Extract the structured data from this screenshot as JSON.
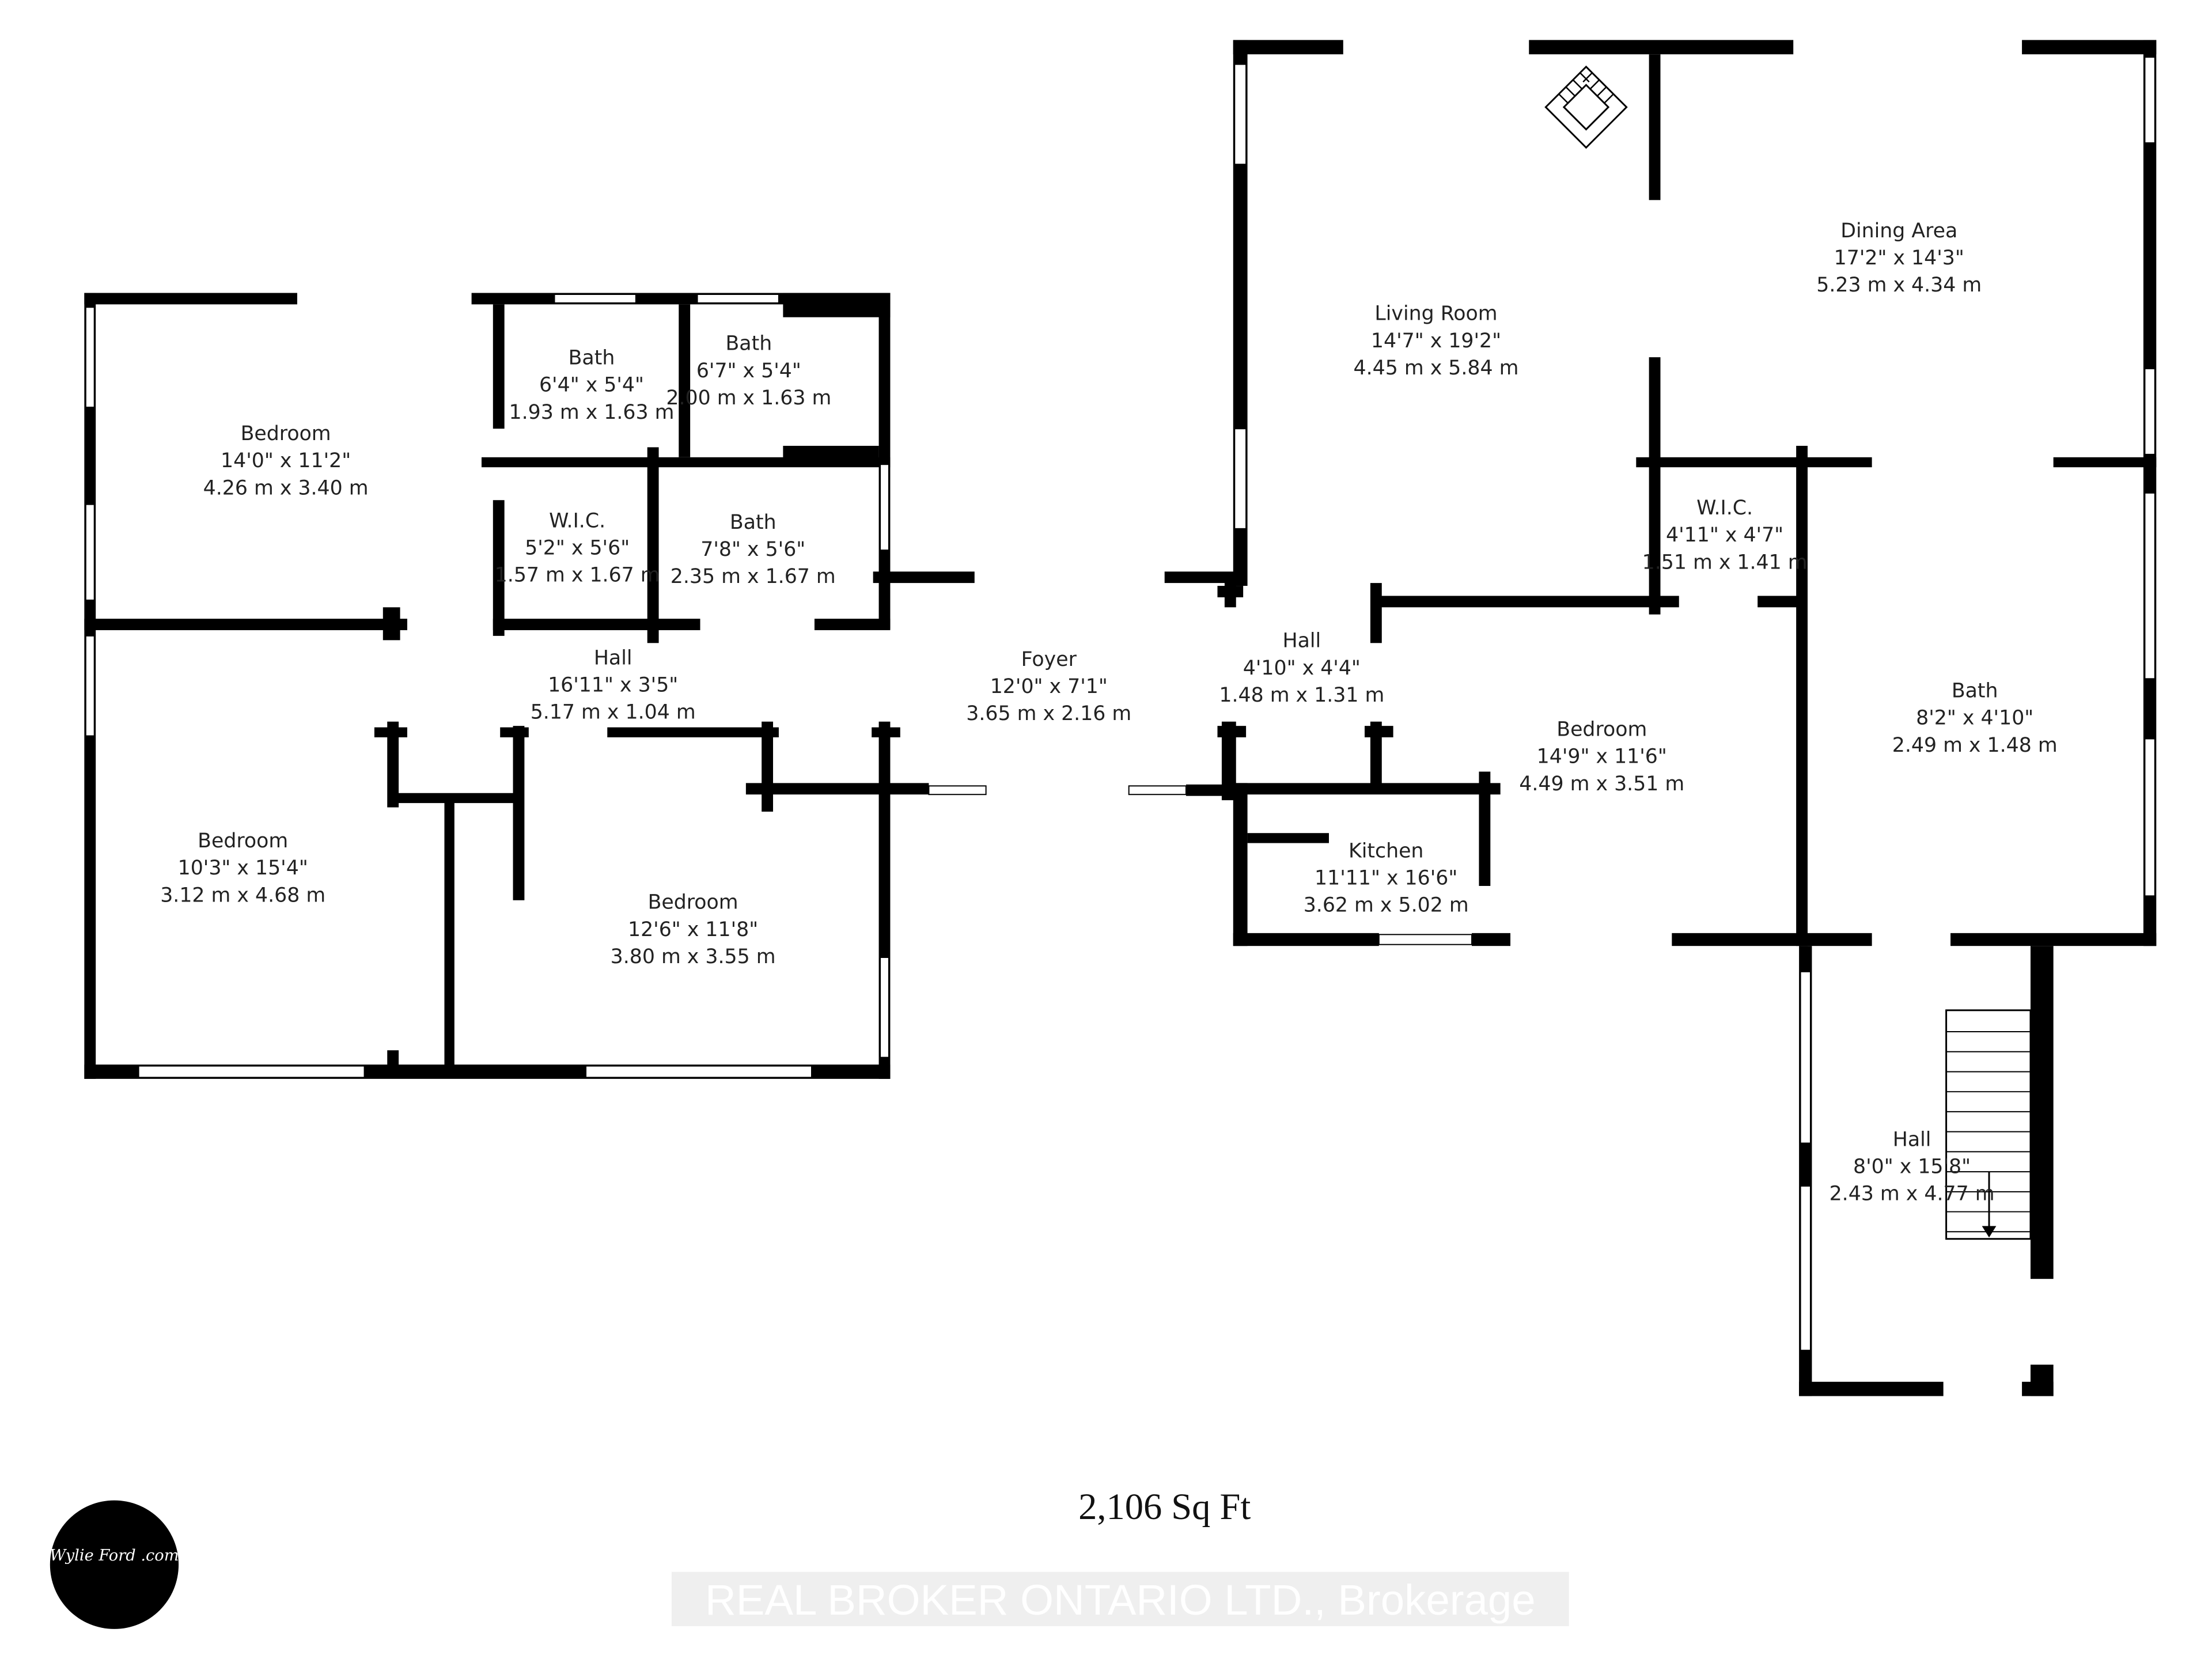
{
  "rooms": [
    {
      "name": "Bedroom",
      "imperial": "14'0\" x 11'2\"",
      "metric": "4.26 m x 3.40 m"
    },
    {
      "name": "Bath",
      "imperial": "6'4\" x 5'4\"",
      "metric": "1.93 m x 1.63 m"
    },
    {
      "name": "Bath",
      "imperial": "6'7\" x 5'4\"",
      "metric": "2.00 m x 1.63 m"
    },
    {
      "name": "W.I.C.",
      "imperial": "5'2\" x 5'6\"",
      "metric": "1.57 m x 1.67 m"
    },
    {
      "name": "Bath",
      "imperial": "7'8\" x 5'6\"",
      "metric": "2.35 m x 1.67 m"
    },
    {
      "name": "Hall",
      "imperial": "16'11\" x 3'5\"",
      "metric": "5.17 m x 1.04 m"
    },
    {
      "name": "Bedroom",
      "imperial": "10'3\" x 15'4\"",
      "metric": "3.12 m x 4.68 m"
    },
    {
      "name": "Bedroom",
      "imperial": "12'6\" x 11'8\"",
      "metric": "3.80 m x 3.55 m"
    },
    {
      "name": "Foyer",
      "imperial": "12'0\" x 7'1\"",
      "metric": "3.65 m x 2.16 m"
    },
    {
      "name": "Living Room",
      "imperial": "14'7\" x 19'2\"",
      "metric": "4.45 m x 5.84 m"
    },
    {
      "name": "Dining Area",
      "imperial": "17'2\" x 14'3\"",
      "metric": "5.23 m x 4.34 m"
    },
    {
      "name": "W.I.C.",
      "imperial": "4'11\" x 4'7\"",
      "metric": "1.51 m x 1.41 m"
    },
    {
      "name": "Hall",
      "imperial": "4'10\" x 4'4\"",
      "metric": "1.48 m x 1.31 m"
    },
    {
      "name": "Bedroom",
      "imperial": "14'9\" x 11'6\"",
      "metric": "4.49 m x 3.51 m"
    },
    {
      "name": "Kitchen",
      "imperial": "11'11\" x 16'6\"",
      "metric": "3.62 m x 5.02 m"
    },
    {
      "name": "Bath",
      "imperial": "8'2\" x 4'10\"",
      "metric": "2.49 m x 1.48 m"
    },
    {
      "name": "Hall",
      "imperial": "8'0\" x 15'8\"",
      "metric": "2.43 m x 4.77 m"
    }
  ],
  "total_area": "2,106 Sq Ft",
  "watermark": "REAL BROKER ONTARIO LTD., Brokerage",
  "logo_text": "Wylie Ford .com",
  "colors": {
    "wall": "#000000",
    "window": "#ffffff",
    "text": "#222222",
    "watermark_bg": "#e6e6e6"
  }
}
